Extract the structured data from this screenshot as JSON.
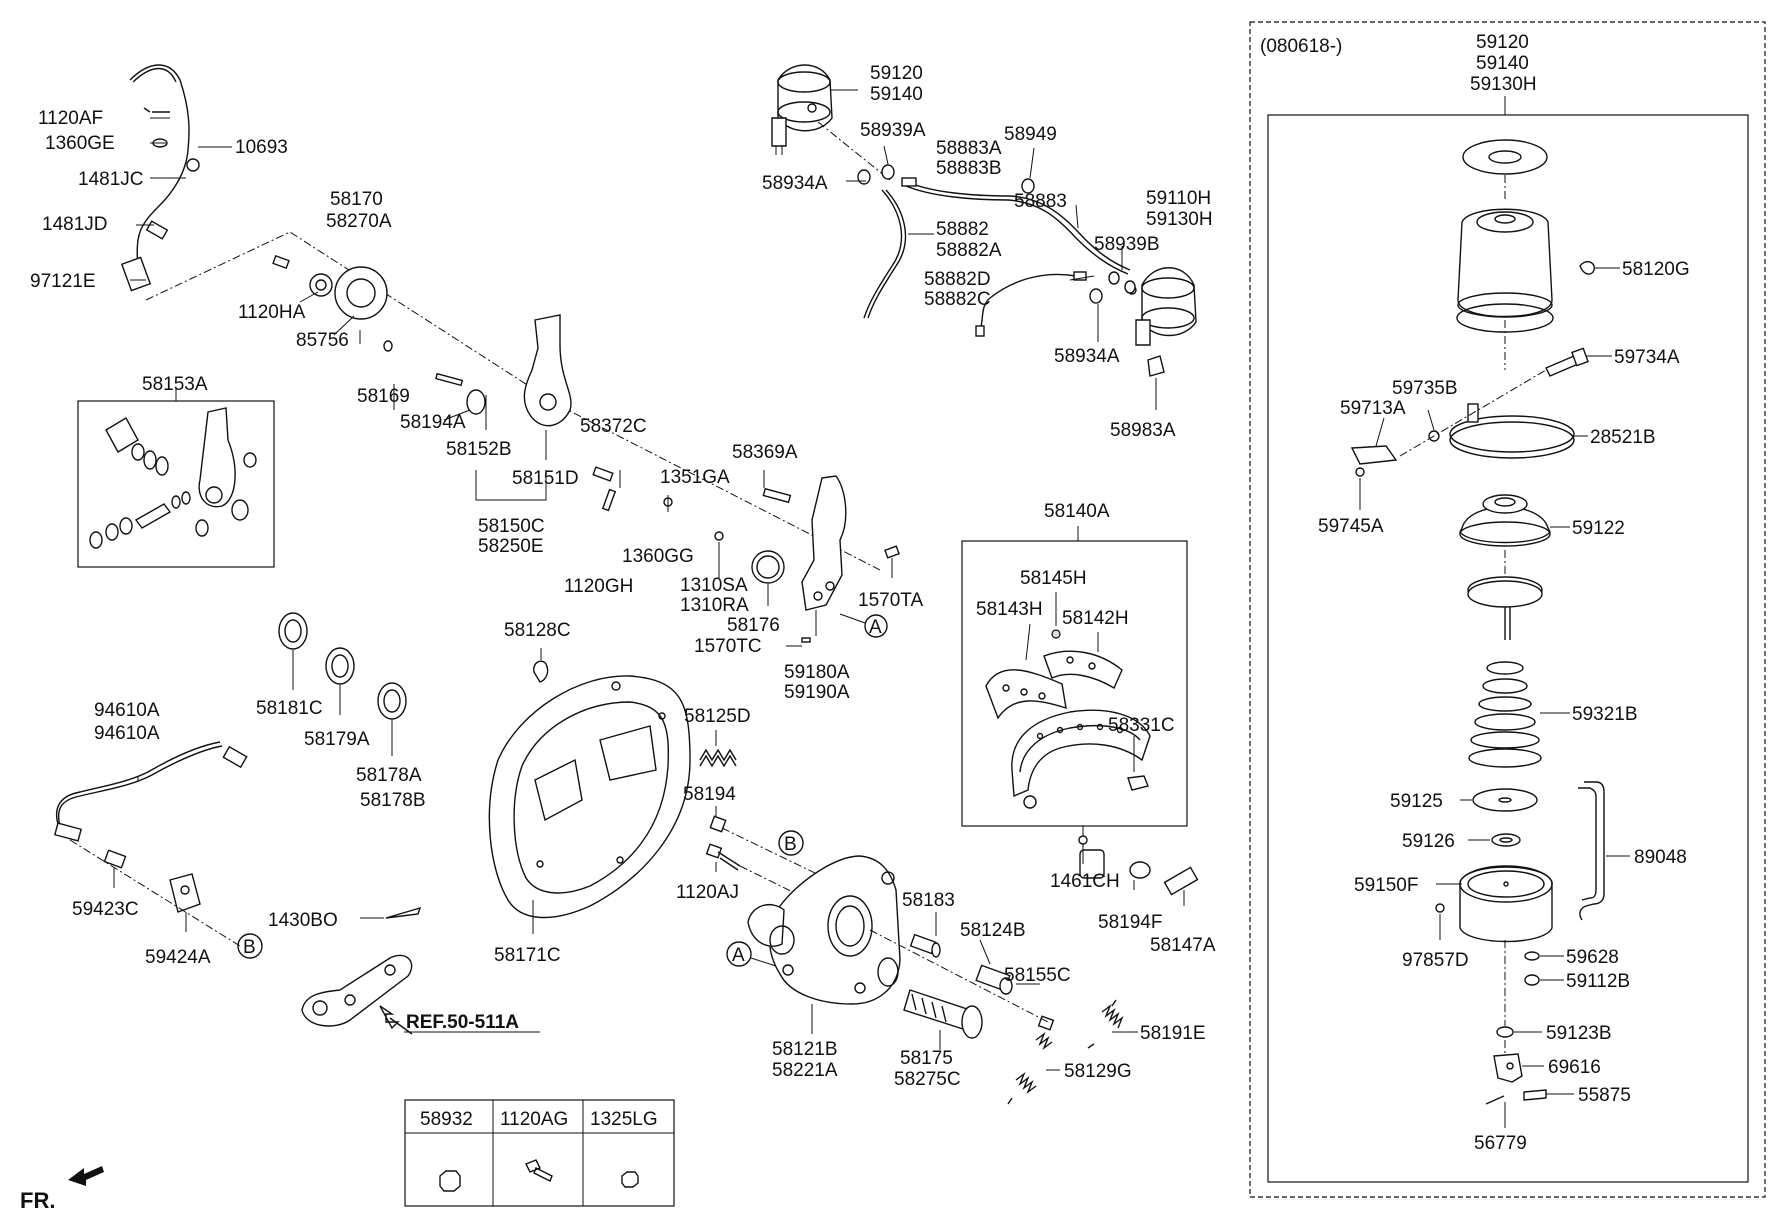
{
  "labels": {
    "p1120AF": "1120AF",
    "p1360GE": "1360GE",
    "p10693": "10693",
    "p1481JC": "1481JC",
    "p1481JD": "1481JD",
    "p97121E": "97121E",
    "p58170": "58170",
    "p58270A": "58270A",
    "p1120HA": "1120HA",
    "p85756": "85756",
    "p58169": "58169",
    "p58194A": "58194A",
    "p58152B": "58152B",
    "p58151D": "58151D",
    "p58150C": "58150C",
    "p58250E": "58250E",
    "p58153A": "58153A",
    "p58372C": "58372C",
    "p1351GA": "1351GA",
    "p1120GH": "1120GH",
    "p1360GG": "1360GG",
    "p58369A": "58369A",
    "p1310SA": "1310SA",
    "p1310RA": "1310RA",
    "p58176": "58176",
    "p1570TA": "1570TA",
    "p1570TC": "1570TC",
    "p59180A": "59180A",
    "p59190A": "59190A",
    "p59120a": "59120",
    "p59140a": "59140",
    "p58939A": "58939A",
    "p58949": "58949",
    "p58883A": "58883A",
    "p58883B": "58883B",
    "p58934Aa": "58934A",
    "p58883": "58883",
    "p58882": "58882",
    "p58882A": "58882A",
    "p59110H": "59110H",
    "p59130Ha": "59130H",
    "p58939B": "58939B",
    "p58882D": "58882D",
    "p58882C": "58882C",
    "p58934Ab": "58934A",
    "p58983A": "58983A",
    "p58181C": "58181C",
    "p58179A": "58179A",
    "p58178A": "58178A",
    "p58178B": "58178B",
    "p58128C": "58128C",
    "p58125D": "58125D",
    "p58194": "58194",
    "p1120AJ": "1120AJ",
    "p94610A1": "94610A",
    "p94610A2": "94610A",
    "p59423C": "59423C",
    "p59424A": "59424A",
    "p1430BO": "1430BO",
    "p58171C": "58171C",
    "p58183": "58183",
    "p58124B": "58124B",
    "p58155C": "58155C",
    "p58121B": "58121B",
    "p58221A": "58221A",
    "p58175": "58175",
    "p58275C": "58275C",
    "p58191E": "58191E",
    "p58129G": "58129G",
    "p58140A": "58140A",
    "p58145H": "58145H",
    "p58143H": "58143H",
    "p58142H": "58142H",
    "p58331C": "58331C",
    "p1461CH": "1461CH",
    "p58194F": "58194F",
    "p58147A": "58147A",
    "ref": "REF.50-511A",
    "fr": "FR.",
    "callA1": "A",
    "callA2": "A",
    "callB1": "B",
    "callB2": "B",
    "variant": "(080618-)",
    "p59120b": "59120",
    "p59140b": "59140",
    "p59130Hb": "59130H",
    "p58120G": "58120G",
    "p59734A": "59734A",
    "p59735B": "59735B",
    "p59713A": "59713A",
    "p28521B": "28521B",
    "p59745A": "59745A",
    "p59122": "59122",
    "p59321B": "59321B",
    "p59125": "59125",
    "p59126": "59126",
    "p89048": "89048",
    "p59150F": "59150F",
    "p97857D": "97857D",
    "p59628": "59628",
    "p59112B": "59112B",
    "p59123B": "59123B",
    "p69616": "69616",
    "p55875": "55875",
    "p56779": "56779"
  },
  "hardware_table": {
    "headers": [
      "58932",
      "1120AG",
      "1325LG"
    ]
  }
}
